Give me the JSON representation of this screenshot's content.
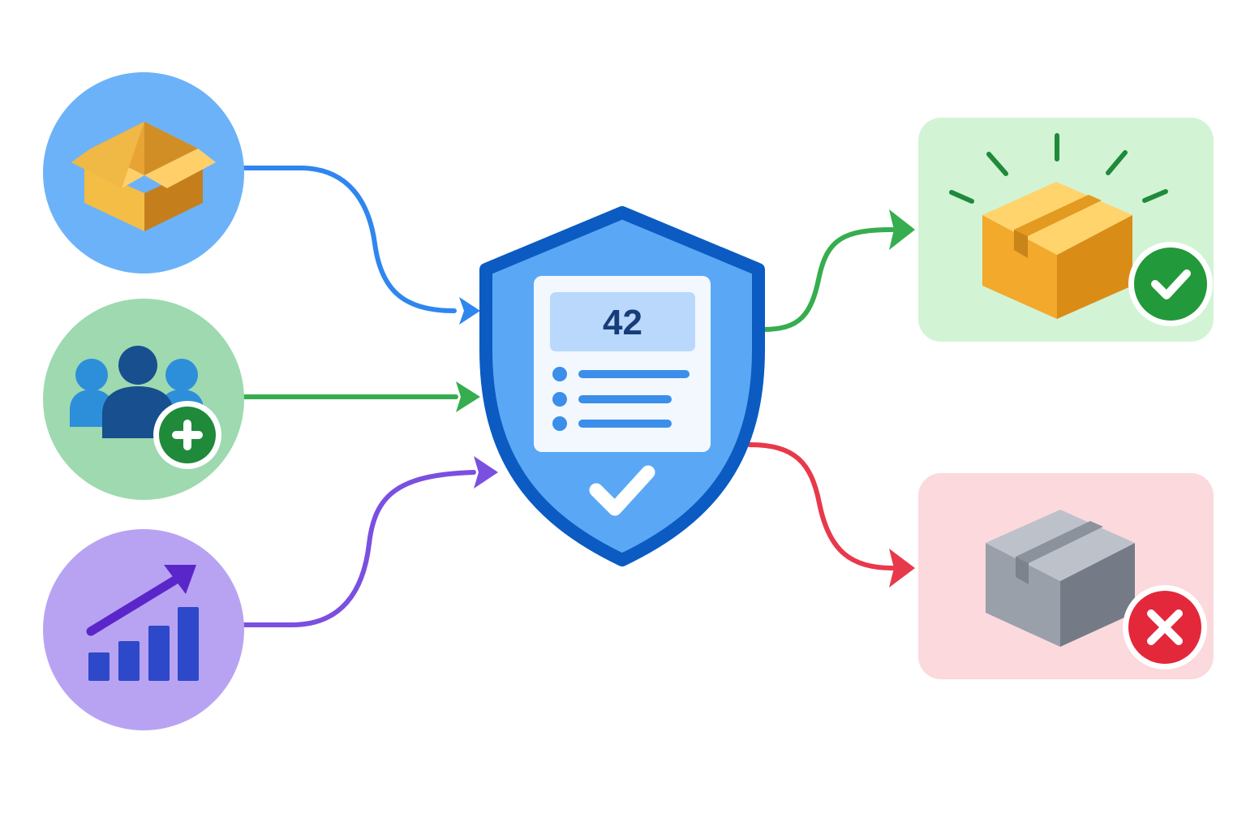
{
  "colors": {
    "background": "#ffffff",
    "source_box_circle": "#6cb2f8",
    "source_users_circle": "#9ed9b0",
    "source_growth_circle": "#b8a3f3",
    "flow_box": "#2f86ef",
    "flow_users": "#36ad4e",
    "flow_growth": "#7b4fe0",
    "flow_approved": "#36ad4e",
    "flow_rejected": "#e8394b",
    "shield_fill": "#5aa8f5",
    "shield_border": "#0b5bc2",
    "approved_panel": "#d3f3d5",
    "rejected_panel": "#fbd9dc",
    "box_yellow": "#f1b12d",
    "box_gray": "#8c929c",
    "approved_mark": "#22993a",
    "rejected_mark": "#e3283c"
  },
  "inputs": [
    {
      "icon": "open-box-icon",
      "flow": "blue"
    },
    {
      "icon": "add-user-group-icon",
      "flow": "green"
    },
    {
      "icon": "growth-chart-icon",
      "flow": "purple"
    }
  ],
  "hub": {
    "icon": "shield-icon",
    "badge_value": "42",
    "checklist_items": 3,
    "status_icon": "checkmark-icon"
  },
  "outputs": [
    {
      "state": "approved",
      "icon": "sealed-box-icon",
      "status_icon": "check-circle-icon"
    },
    {
      "state": "rejected",
      "icon": "gray-box-icon",
      "status_icon": "x-circle-icon"
    }
  ]
}
